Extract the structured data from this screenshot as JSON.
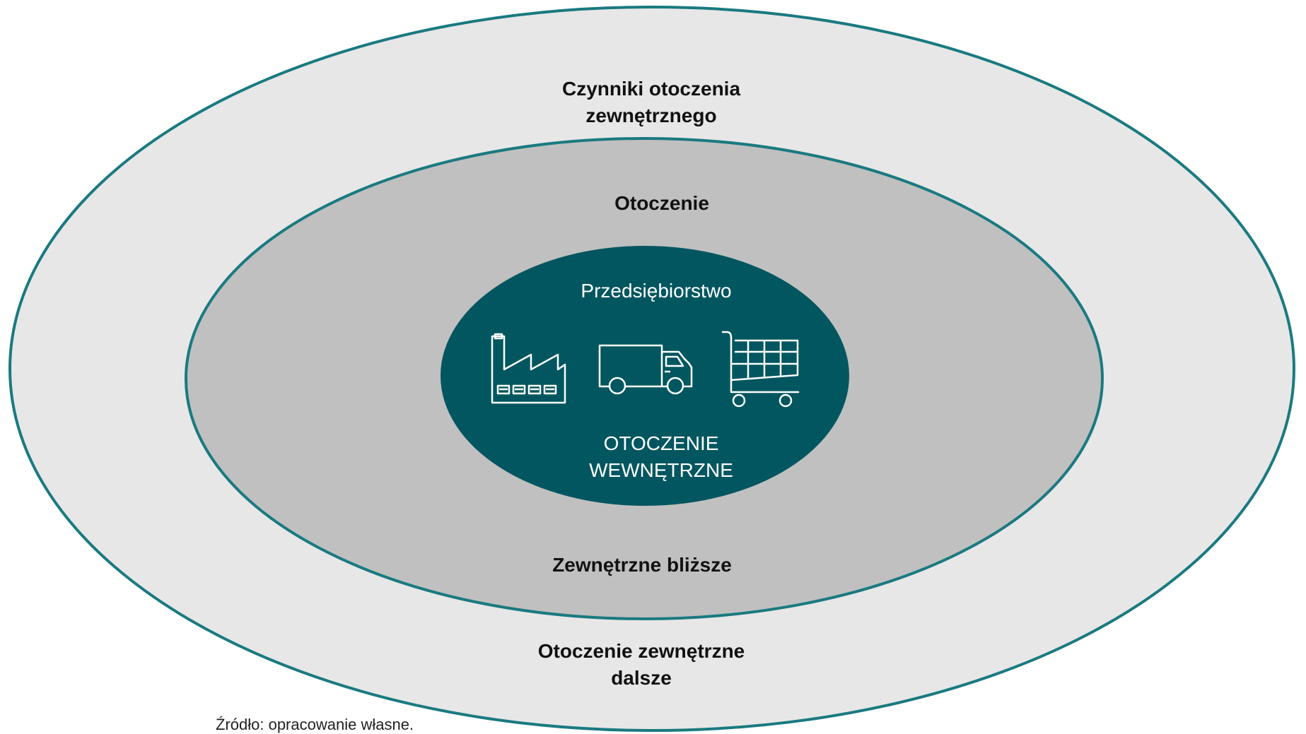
{
  "colors": {
    "outer_fill": "#e7e7e7",
    "middle_fill": "#c0c0c0",
    "inner_fill": "#02565f",
    "border": "#1a7a80",
    "icon_stroke": "#ffffff"
  },
  "rings": {
    "outer": {
      "title_line1": "Czynniki otoczenia",
      "title_line2": "zewnętrznego",
      "bottom_line1": "Otoczenie zewnętrzne",
      "bottom_line2": "dalsze"
    },
    "middle": {
      "title": "Otoczenie",
      "bottom": "Zewnętrzne bliższe"
    },
    "inner": {
      "title": "Przedsiębiorstwo",
      "bottom_line1": "OTOCZENIE",
      "bottom_line2": "WEWNĘTRZNE",
      "icons": [
        "factory-icon",
        "truck-icon",
        "shopping-cart-icon"
      ]
    }
  },
  "source_note": "Źródło: opracowanie własne."
}
